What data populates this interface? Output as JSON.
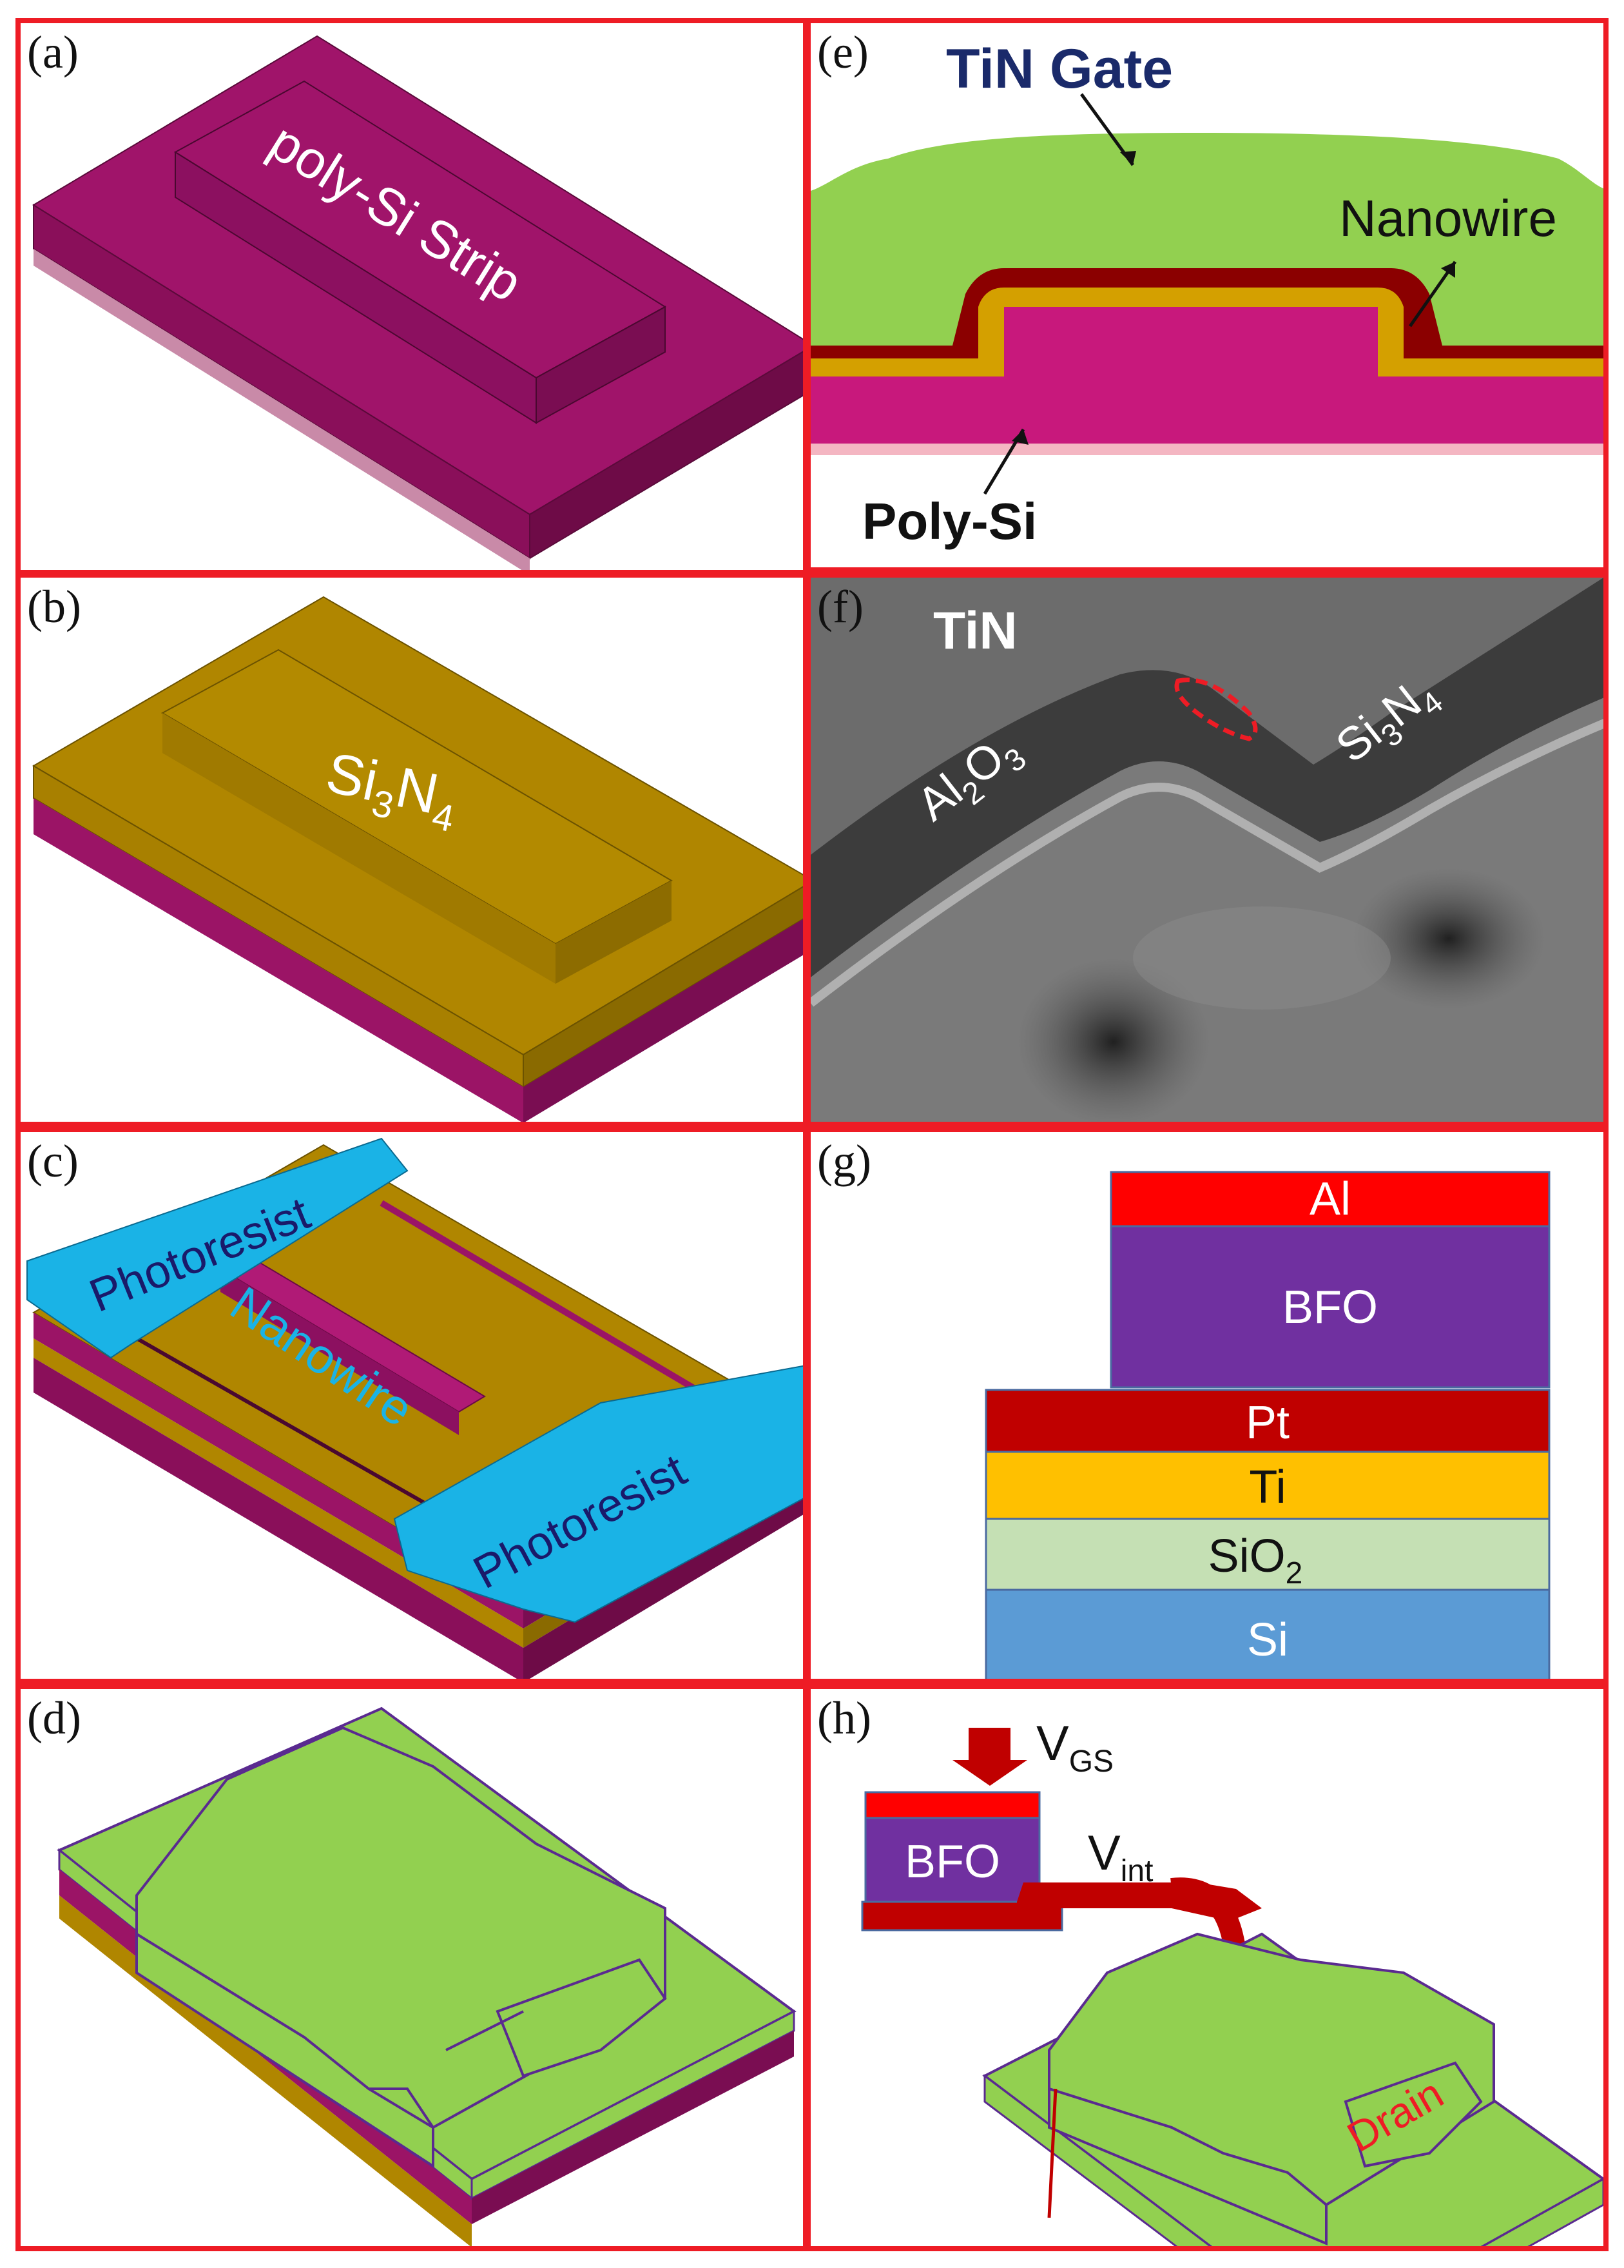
{
  "panels": {
    "a": {
      "label": "(a)",
      "strip_text": "poly-Si Strip"
    },
    "b": {
      "label": "(b)",
      "strip_main": "Si",
      "strip_sub1": "3",
      "strip_mid": "N",
      "strip_sub2": "4"
    },
    "c": {
      "label": "(c)",
      "photoresist_top": "Photoresist",
      "nanowire": "Nanowire",
      "photoresist_bottom": "Photoresist"
    },
    "d": {
      "label": "(d)"
    },
    "e": {
      "label": "(e)",
      "gate": "TiN Gate",
      "nanowire": "Nanowire",
      "polysi": "Poly-Si"
    },
    "f": {
      "label": "(f)",
      "tin": "TiN",
      "al_main": "Al",
      "al_sub1": "2",
      "al_mid": "O",
      "al_sub2": "3",
      "si_main": "Si",
      "si_sub1": "3",
      "si_mid": "N",
      "si_sub2": "4"
    },
    "g": {
      "label": "(g)",
      "al": "Al",
      "bfo": "BFO",
      "pt": "Pt",
      "ti": "Ti",
      "sio2_main": "SiO",
      "sio2_sub": "2",
      "si": "Si"
    },
    "h": {
      "label": "(h)",
      "vgs_main": "V",
      "vgs_sub": "GS",
      "bfo": "BFO",
      "vint_main": "V",
      "vint_sub": "int",
      "drain": "Drain"
    }
  },
  "colors": {
    "panel_border": "#ee1c25",
    "polysi": "#9b1466",
    "si3n4": "#b08600",
    "photoresist": "#1ab3e6",
    "tin": "#92d050",
    "al": "#ff0000",
    "bfo": "#7030a0",
    "pt": "#c00000",
    "ti": "#ffc000",
    "sio2": "#c5e0b4",
    "si": "#5b9bd5"
  }
}
